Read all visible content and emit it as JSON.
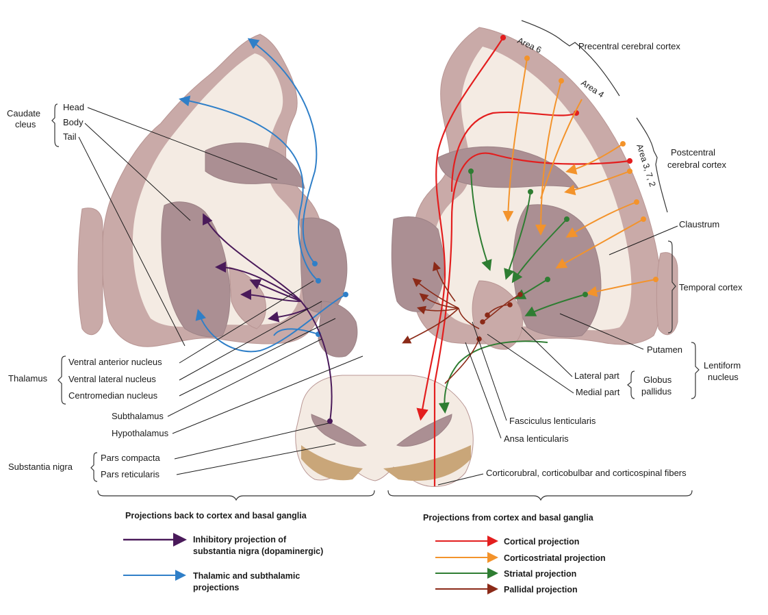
{
  "colors": {
    "inhibitory": "#4a1a5a",
    "thalamic": "#2f7fc8",
    "cortical": "#e31e1e",
    "corticostriatal": "#f3932b",
    "striatal": "#2e7d32",
    "pallidal": "#8b2a18"
  },
  "left_labels": {
    "caudate_group": "Caudate\ncleus",
    "head": "Head",
    "body": "Body",
    "tail": "Tail",
    "thalamus_group": "Thalamus",
    "ventral_anterior": "Ventral anterior nucleus",
    "ventral_lateral": "Ventral lateral nucleus",
    "centromedian": "Centromedian nucleus",
    "subthalamus": "Subthalamus",
    "hypothalamus": "Hypothalamus",
    "substantia_group": "Substantia nigra",
    "pars_compacta": "Pars compacta",
    "pars_reticularis": "Pars reticularis"
  },
  "right_labels": {
    "area6": "Area 6",
    "area4": "Area 4",
    "area372": "Area 3, 7, 2",
    "precentral": "Precentral cerebral cortex",
    "postcentral_1": "Postcentral",
    "postcentral_2": "cerebral cortex",
    "claustrum": "Claustrum",
    "temporal": "Temporal cortex",
    "putamen": "Putamen",
    "lentiform_1": "Lentiform",
    "lentiform_2": "nucleus",
    "lateral_part": "Lateral part",
    "medial_part": "Medial part",
    "globus_1": "Globus",
    "globus_2": "pallidus",
    "fasciculus": "Fasciculus lenticularis",
    "ansa": "Ansa lenticularis",
    "corticorubral": "Corticorubral, corticobulbar and corticospinal fibers"
  },
  "legend": {
    "left_title": "Projections back to cortex and basal ganglia",
    "right_title": "Projections from cortex and basal ganglia",
    "inhibitory_1": "Inhibitory projection of",
    "inhibitory_2": "substantia nigra (dopaminergic)",
    "thalamic_1": "Thalamic and subthalamic",
    "thalamic_2": "projections",
    "cortical": "Cortical projection",
    "corticostriatal": "Corticostriatal projection",
    "striatal": "Striatal projection",
    "pallidal": "Pallidal projection"
  }
}
